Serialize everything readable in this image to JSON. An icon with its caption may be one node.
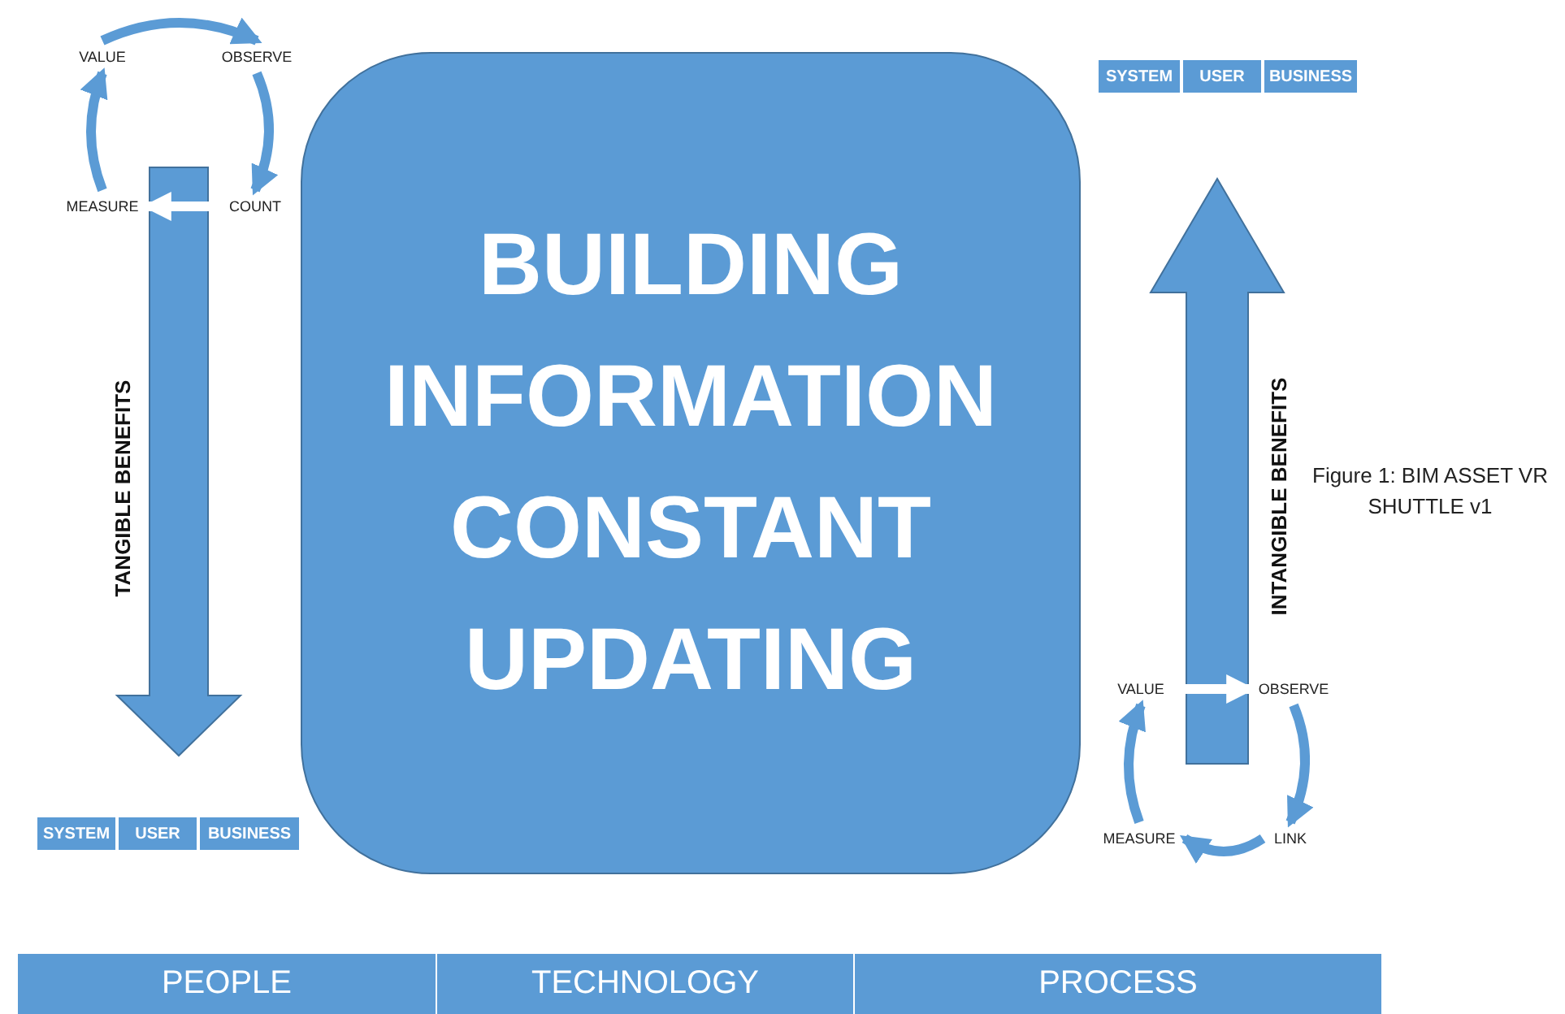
{
  "diagram": {
    "caption": "Figure 1: BIM ASSET VR SHUTTLE v1",
    "nodes": [
      {
        "text": [
          "BUILDING INFORMATION CONSTANT UPDATING"
        ]
      },
      {
        "text": [
          "VALUE"
        ]
      },
      {
        "text": [
          "OBSERVE"
        ]
      },
      {
        "text": [
          "MEASURE"
        ]
      },
      {
        "text": [
          "COUNT"
        ]
      },
      {
        "text": [
          "SYSTEM"
        ]
      },
      {
        "text": [
          "USER"
        ]
      },
      {
        "text": [
          "BUSINESS"
        ]
      },
      {
        "text": [
          "SYSTEM"
        ]
      },
      {
        "text": [
          "USER"
        ]
      },
      {
        "text": [
          "BUSINESS"
        ]
      },
      {
        "text": [
          "VALUE"
        ]
      },
      {
        "text": [
          "OBSERVE"
        ]
      },
      {
        "text": [
          "MEASURE"
        ]
      },
      {
        "text": [
          "LINK"
        ]
      },
      {
        "text": [
          "PEOPLE"
        ]
      },
      {
        "text": [
          "TECHNOLOGY"
        ]
      },
      {
        "text": [
          "PROCESS"
        ]
      }
    ],
    "edges": [
      {
        "from": 1,
        "to": 2,
        "arrow": "to"
      },
      {
        "from": 2,
        "to": 4,
        "arrow": "to"
      },
      {
        "from": 4,
        "to": 3,
        "arrow": "to",
        "color": "#ffffff"
      },
      {
        "from": 3,
        "to": 1,
        "arrow": "to"
      },
      {
        "from": 11,
        "to": 12,
        "arrow": "to",
        "color": "#ffffff"
      },
      {
        "from": 12,
        "to": 14,
        "arrow": "to"
      },
      {
        "from": 14,
        "to": 13,
        "arrow": "to"
      },
      {
        "from": 13,
        "to": 11,
        "arrow": "to"
      }
    ],
    "labels": [
      "TANGIBLE BENEFITS",
      "INTANGIBLE BENEFITS"
    ]
  }
}
